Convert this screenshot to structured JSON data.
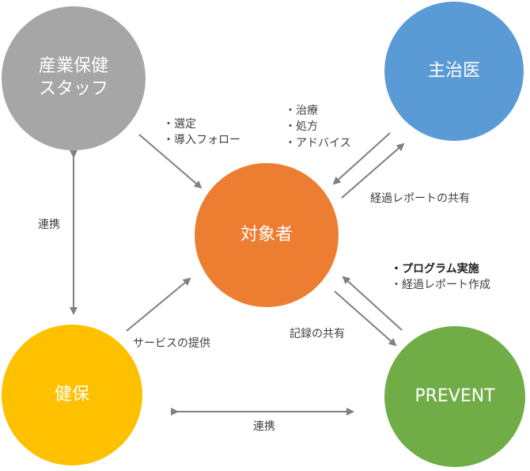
{
  "nodes": {
    "sangyo": "産業保健\nスタッフ",
    "shuji": "主治医",
    "taisho": "対象者",
    "kenpo": "健保",
    "prevent": "PREVENT"
  },
  "labels": {
    "sangyo_to_taisho": [
      "・選定",
      "・導入フォロー"
    ],
    "shuji_to_taisho": [
      "・治療",
      "・処方",
      "・アドバイス"
    ],
    "report_share": "経過レポートの共有",
    "renkei_left": "連携",
    "prevent_to_taisho_bold": "・プログラム実施",
    "prevent_to_taisho": "・経過レポート作成",
    "kiroku_share": "記録の共有",
    "service": "サービスの提供",
    "renkei_bottom": "連携"
  },
  "colors": {
    "sangyo": "#a6a6a6",
    "shuji": "#5b9bd5",
    "taisho": "#ed7d31",
    "kenpo": "#ffc000",
    "prevent": "#70ad47",
    "arrow": "#808080"
  }
}
